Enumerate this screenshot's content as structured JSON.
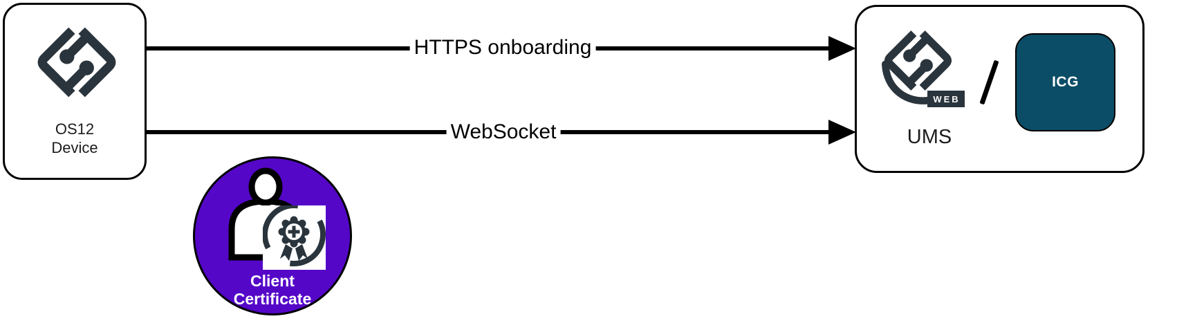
{
  "colors": {
    "logo": "#2a343c",
    "icg_bg": "#0b4d66",
    "cert_purple": "#5507c8",
    "line": "#000000"
  },
  "device_box": {
    "label_line1": "OS12",
    "label_line2": "Device"
  },
  "connections": [
    {
      "label": "HTTPS onboarding"
    },
    {
      "label": "WebSocket"
    }
  ],
  "ums_box": {
    "web_badge": "WEB",
    "separator": "/",
    "icg_label": "ICG",
    "label": "UMS"
  },
  "certificate_badge": {
    "label_line1": "Client",
    "label_line2": "Certificate"
  }
}
